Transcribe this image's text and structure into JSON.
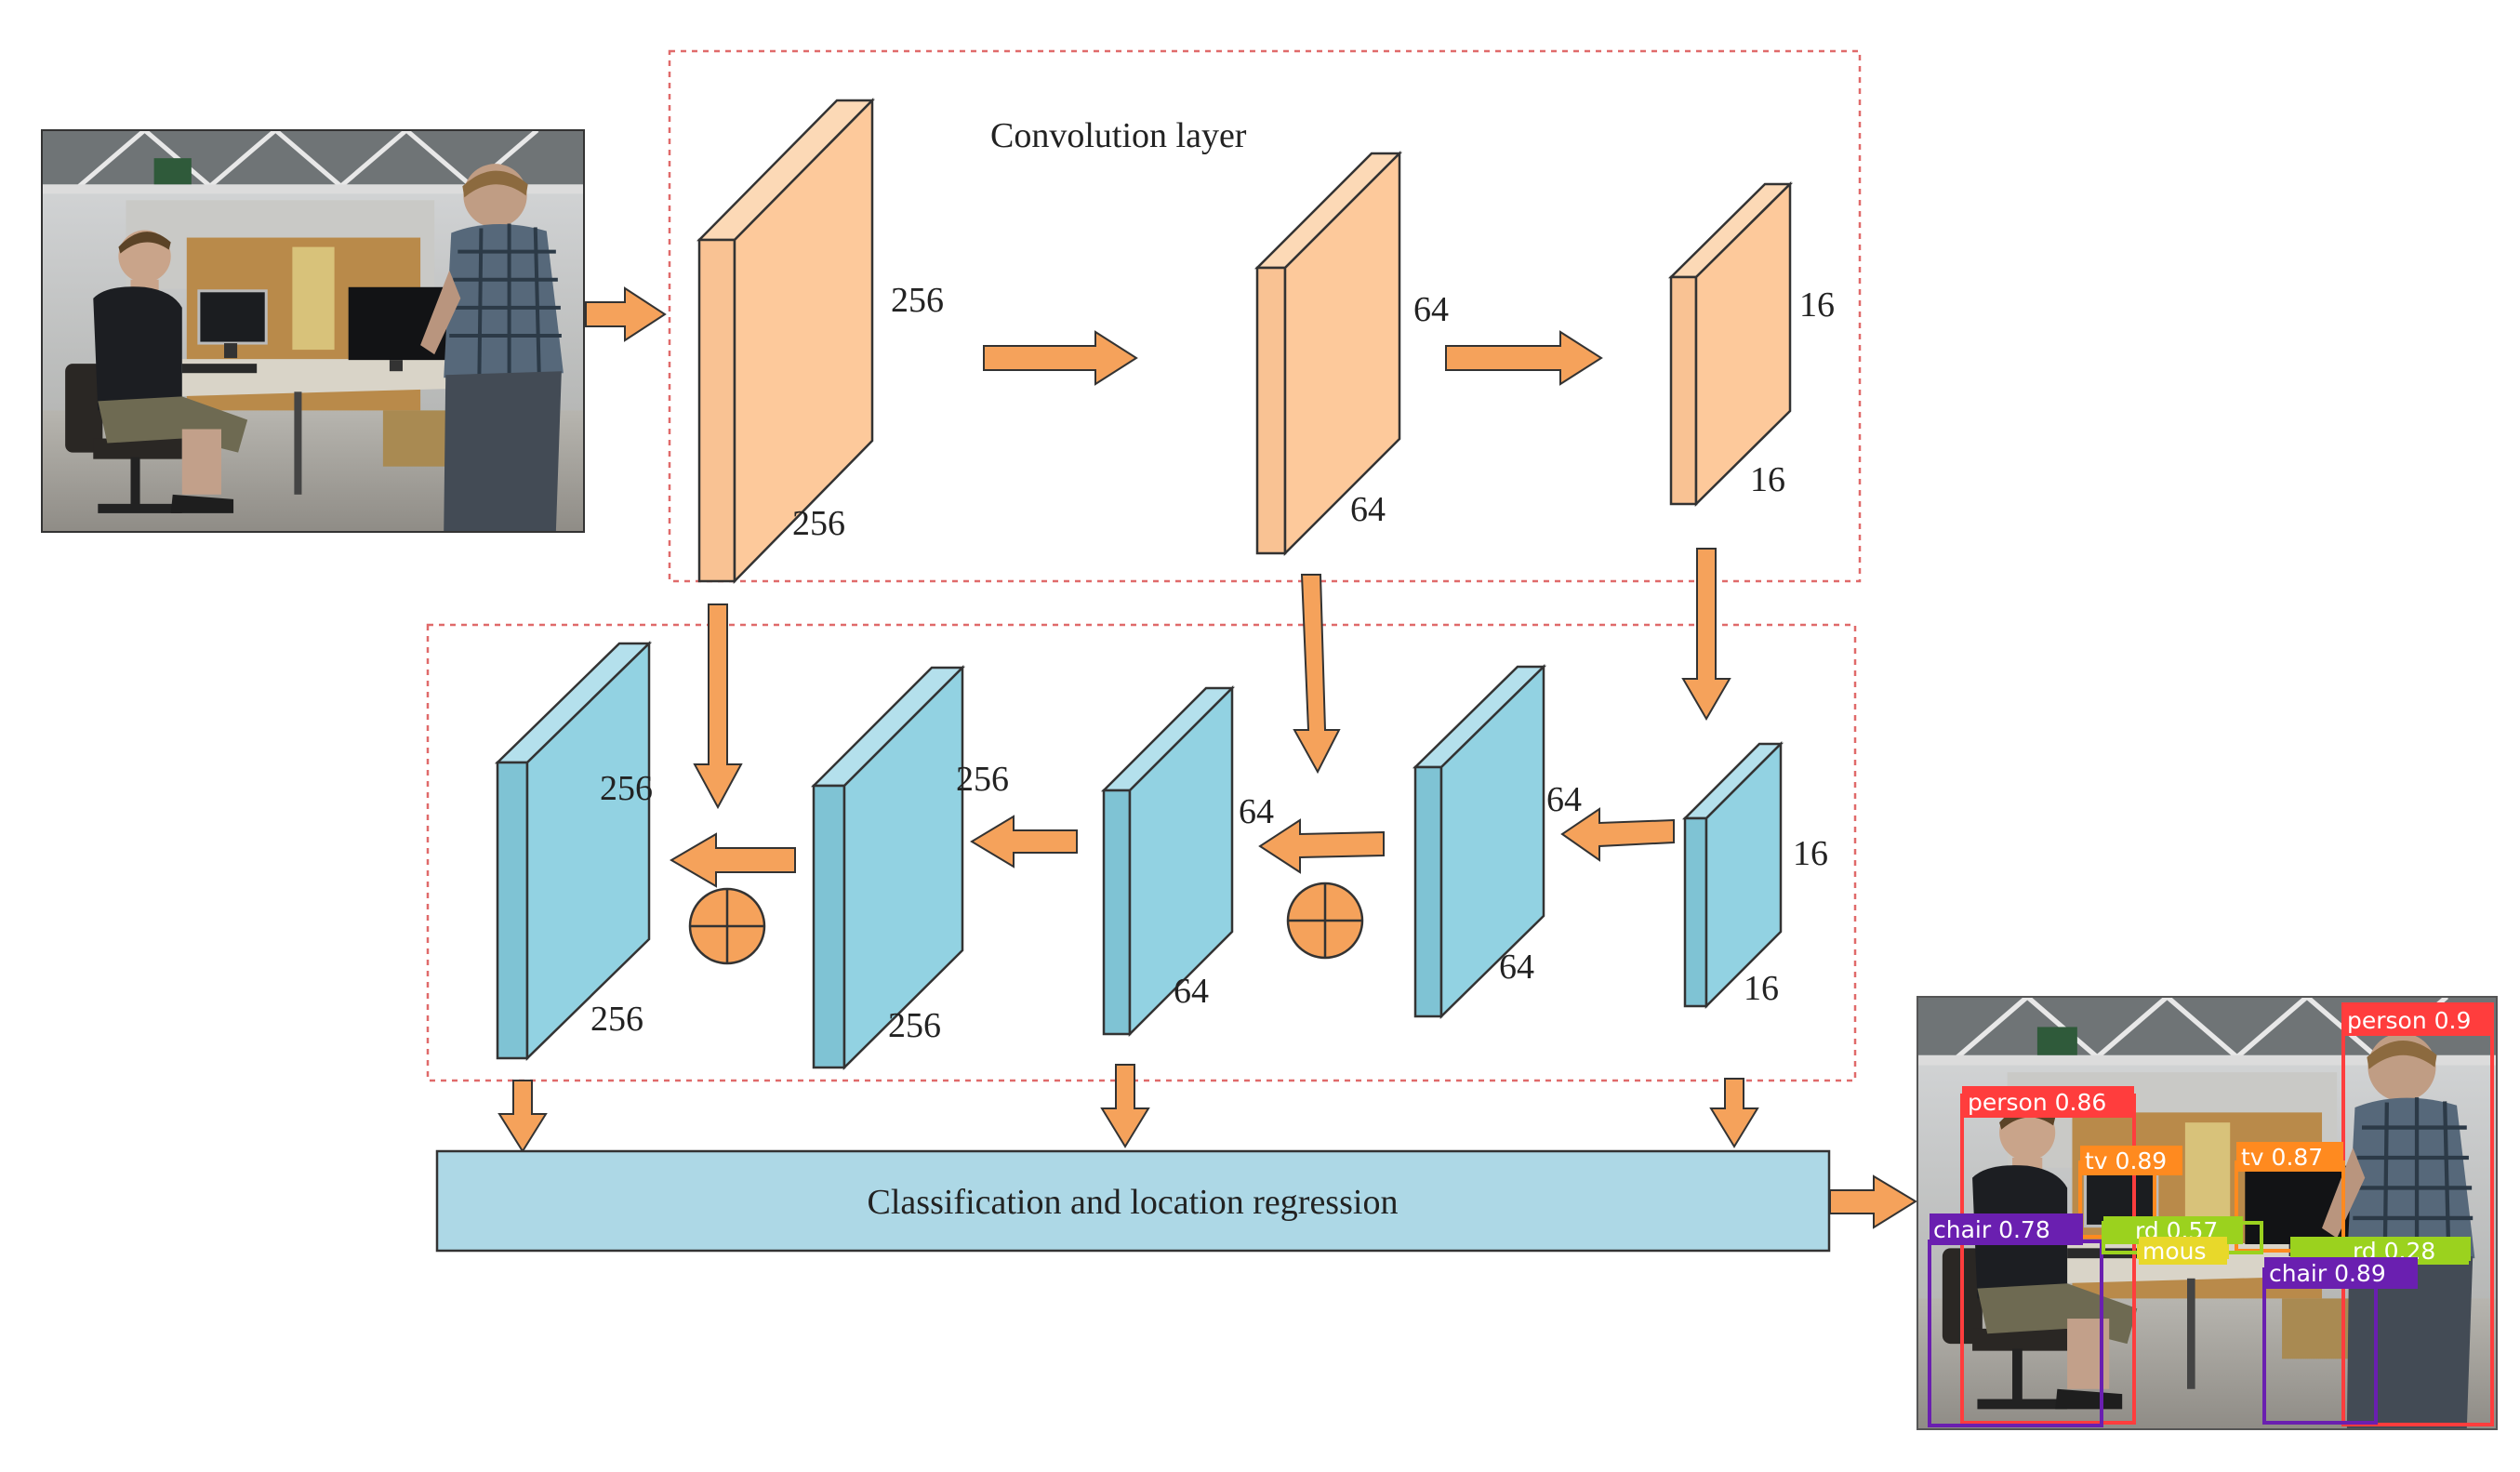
{
  "encoder": {
    "title": "Convolution layer",
    "blocks": [
      {
        "width_label": "256",
        "height_label": "256"
      },
      {
        "width_label": "64",
        "height_label": "64"
      },
      {
        "width_label": "16",
        "height_label": "16"
      }
    ]
  },
  "decoder": {
    "blocks": [
      {
        "top_label": "256",
        "bottom_label": "256"
      },
      {
        "top_label": "256",
        "bottom_label": "256"
      },
      {
        "top_label": "64",
        "bottom_label": "64"
      },
      {
        "top_label": "64",
        "bottom_label": "64"
      },
      {
        "top_label": "16",
        "bottom_label": "16"
      }
    ]
  },
  "head": {
    "label": "Classification and location regression"
  },
  "detections": [
    {
      "label": "person 0.9",
      "color": "#ff3d3d"
    },
    {
      "label": "person 0.86",
      "color": "#ff3d3d"
    },
    {
      "label": "tv 0.89",
      "color": "#ff8a1f"
    },
    {
      "label": "tv 0.87",
      "color": "#ff8a1f"
    },
    {
      "label": "chair 0.78",
      "color": "#6a1fb0"
    },
    {
      "label": "rd 0.57",
      "color": "#9bd21e"
    },
    {
      "label": "mous",
      "color": "#e8d82a"
    },
    {
      "label": "rd 0.28",
      "color": "#9bd21e"
    },
    {
      "label": "chair 0.89",
      "color": "#6a1fb0"
    }
  ],
  "colors": {
    "encoder_face": "#fdc99b",
    "decoder_face": "#92d2e2",
    "arrow": "#f5a25b",
    "dashed_border": "#e06a6a",
    "head_fill": "#add8e6"
  }
}
